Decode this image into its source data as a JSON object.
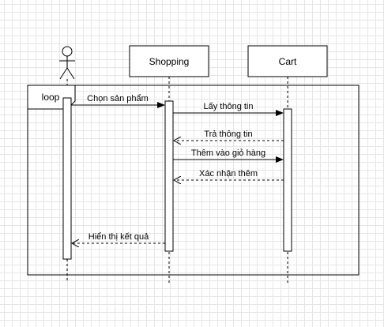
{
  "participants": {
    "shopping": "Shopping",
    "cart": "Cart"
  },
  "fragment": {
    "operator": "loop"
  },
  "messages": {
    "m1": "Chọn sản phẩm",
    "m2": "Lấy thông tin",
    "m3": "Trả thông tin",
    "m4": "Thêm vào giỏ hàng",
    "m5": "Xác nhận thêm",
    "m6": "Hiển thị kết quả"
  }
}
